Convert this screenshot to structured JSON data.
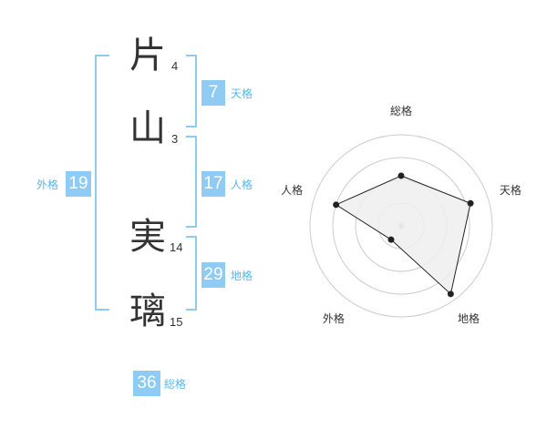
{
  "name": {
    "chars": [
      {
        "char": "片",
        "strokes": "4"
      },
      {
        "char": "山",
        "strokes": "3"
      },
      {
        "char": "実",
        "strokes": "14"
      },
      {
        "char": "璃",
        "strokes": "15"
      }
    ]
  },
  "fortune": {
    "ten": {
      "value": "7",
      "label": "天格"
    },
    "jin": {
      "value": "17",
      "label": "人格"
    },
    "chi": {
      "value": "29",
      "label": "地格"
    },
    "gai": {
      "value": "19",
      "label": "外格"
    },
    "sou": {
      "value": "36",
      "label": "総格"
    }
  },
  "colors": {
    "accent": "#8ecbf5",
    "accent_text": "#58b7ec",
    "text": "#333333"
  },
  "chart_data": {
    "type": "radar",
    "axes": [
      "総格",
      "天格",
      "地格",
      "外格",
      "人格"
    ],
    "values": [
      2.2,
      3.2,
      3.7,
      0.75,
      3.0
    ],
    "rmax": 4,
    "rings": 4,
    "grid": true
  }
}
